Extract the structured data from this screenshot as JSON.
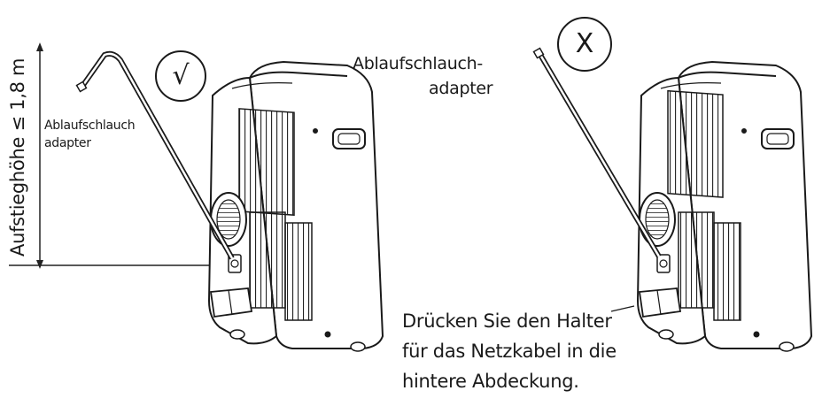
{
  "left_panel": {
    "height_label": "Aufstieghöhe ≤ 1,8 m",
    "hose_label_line1": "Ablaufschlauch",
    "hose_label_line2": "adapter",
    "mark": "√"
  },
  "right_panel": {
    "hose_label_line1": "Ablaufschlauch-",
    "hose_label_line2": "adapter",
    "mark": "X",
    "instruction_line1": "Drücken Sie den Halter",
    "instruction_line2": "für das Netzkabel in die",
    "instruction_line3": "hintere Abdeckung."
  }
}
